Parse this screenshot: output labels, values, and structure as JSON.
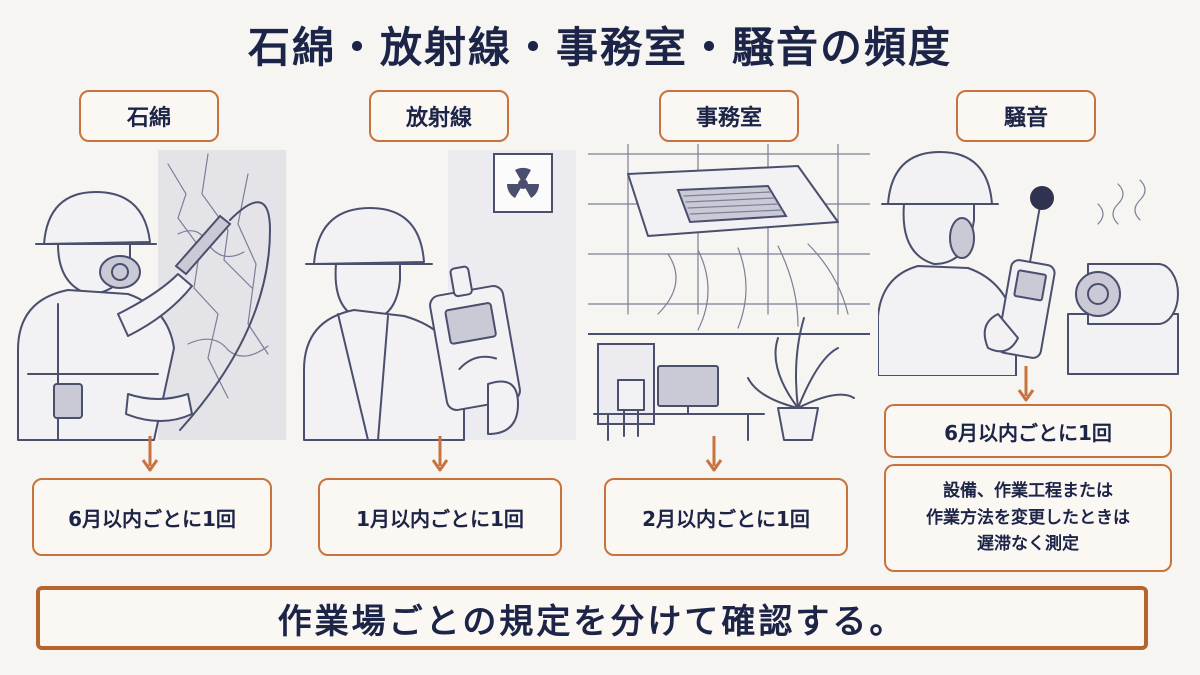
{
  "title": "石綿・放射線・事務室・騒音の頻度",
  "columns": [
    {
      "label": "石綿",
      "frequency": "6月以内ごとに1回",
      "illustration_icon": "asbestos-worker-respirator-icon"
    },
    {
      "label": "放射線",
      "frequency": "1月以内ごとに1回",
      "illustration_icon": "radiation-survey-meter-icon"
    },
    {
      "label": "事務室",
      "frequency": "2月以内ごとに1回",
      "illustration_icon": "office-ceiling-air-conditioner-icon"
    },
    {
      "label": "騒音",
      "frequency": "6月以内ごとに1回",
      "note": "設備、作業工程または\n作業方法を変更したときは\n遅滞なく測定",
      "illustration_icon": "sound-level-meter-worker-icon"
    }
  ],
  "footer": "作業場ごとの規定を分けて確認する。",
  "colors": {
    "title": "#1c2547",
    "accent": "#c8733e",
    "footer_border": "#b5652d",
    "background": "#f7f5f2"
  }
}
